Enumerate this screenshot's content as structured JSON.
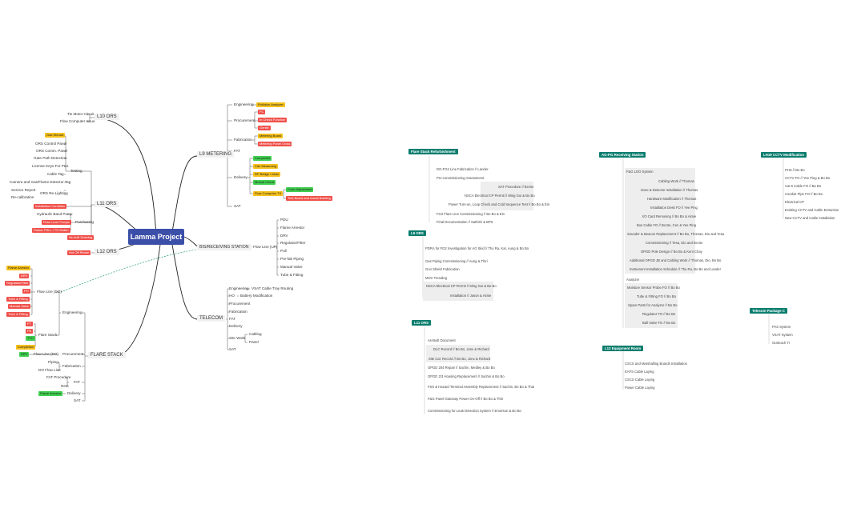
{
  "center": "Lamma Project",
  "l10": {
    "title": "L10 ORS",
    "items": [
      "Tie Motor Circuit",
      "Flow Computer Issue"
    ]
  },
  "l9": {
    "title": "L9 METERING",
    "engineering": "Engineering",
    "engineering_tag": "Pollution Analyzer",
    "procurement": "Procurement",
    "proc_tags": [
      "FC",
      "In Check Function",
      "Gentle"
    ],
    "fabrication": "Fabrication",
    "fab_tags": [
      "Metering Board",
      "Metering Panel Cross"
    ],
    "fat": "FAT",
    "delivery": "Delivery",
    "delivery_tags": [
      "Completed",
      "Can Measuring",
      "RF Bridge / Mute",
      "Mutual Check",
      "Flow Computer TX"
    ],
    "delivery_subtags": [
      "Code Adjustment",
      "Test Board and Install Building"
    ],
    "sat": "SAT"
  },
  "l11": {
    "title": "L11 ORS",
    "top_tag": "Gas Shroud",
    "testing": "Testing",
    "items": [
      "ORS Control Panel",
      "ORS Comm. Panel",
      "Gate Path Detection",
      "License Keys For PCs",
      "Cable Tag",
      "Camera and Gas/Flame Detector Tag",
      "Service Report",
      "Re-calibration"
    ],
    "sub_tag": "ORS Re-Lighting",
    "red_tag": "Installation Condition",
    "purchasing": "Purchasing",
    "purch_items": [
      "Hydraulic Band Pump"
    ],
    "purch_tags": [
      "Flow Level Pumps",
      "Parker PSLL / TG Daikin"
    ],
    "last_tag": "As-built Drawing"
  },
  "l12": {
    "title": "L12 ORS",
    "tag": "Hot Off Reuse"
  },
  "recv": {
    "title": "BIS/RECEIVING STATION",
    "sub": "Flow Line (UP)",
    "items": [
      "PDU",
      "Flame Arrestor",
      "DRV",
      "Regulator/Filter",
      "Pull",
      "Pre-fab Piping",
      "Manual Valve",
      "Tube & Fitting"
    ]
  },
  "flare": {
    "title": "FLARE STACK",
    "engineering": "Engineering",
    "flow_line": "Flow Line (DO)",
    "flow_tags": [
      "Flame Arrestor",
      "DRV",
      "Regulator/Filter",
      "PIT",
      "Tube & Fitting",
      "Manual Valve",
      "Tube & Fitting"
    ],
    "flare_stack_lbl": "Flare Stack",
    "fs_tags": [
      "FT",
      "PE",
      "TTC"
    ],
    "fs_last": "Completion",
    "procurement": "Procurement",
    "proc_sub": "Flow Line (DO)",
    "proc_tag": "DRV",
    "fabrication": "Fabrication",
    "fab_items": [
      "Piping",
      "DO Flow Line"
    ],
    "fat": "FAT",
    "fat_items": [
      "FAT Procedure",
      "NCC"
    ],
    "delivery": "Delivery",
    "delivery_tag": "Flame Arrestor",
    "sat": "SAT"
  },
  "telecom": {
    "title": "TELECOM",
    "items": [
      "Engineering",
      "HO",
      "Procurement",
      "Fabrication",
      "FAT",
      "Delivery",
      "Site Work",
      "SAT"
    ],
    "eng_sub": "VSAT Cable Tray Routing",
    "ho_sub": "Battery Modification",
    "site_sub": [
      "Cabling",
      "Panel"
    ]
  },
  "panels": {
    "flare_refurb": {
      "title": "Flare Stack Refurbishment",
      "rows": [
        "DO-FG2 Line Fabrication // Lander",
        "Pre-commissioning Assessment",
        "SAT Procedure // Bo Bo",
        "NSCA Electrical CP Permit // Ming Gui & Bo Bo",
        "Power Turn-on, Loop Check and Cold Sequence Test // Bo Bo & Ein",
        "FG2 Flare Line Commissioning // Bo Bo & Ein",
        "Final Documentation // Sathish & BPS"
      ]
    },
    "l9ors": {
      "title": "L9 ORS",
      "rows": [
        "PDRA for FG2 Investigation for AG Skid // Thu Ra, Kar, Aung & Bo Bo",
        "Gas Piping Commissioning // Aung & Thiri",
        "Gun Shield Fabrication",
        "MOV Trending",
        "NSCA Electrical CP Permit // Ming Gui & Bo Bo",
        "Installation // Jason & Aimie"
      ]
    },
    "l11ors": {
      "title": "L11 ORS",
      "rows": [
        "As-Built Document",
        "DLC Record // Bo Bo, Jonx & Richard",
        "Site Cal. Record // Bo Bo, Jonx & Richard",
        "OPGD 204 Repair // Sachin, Medley & Bo Bo",
        "OPGD 2/3 Housing Replacement // Sachin & Bo Bo",
        "FSS & Hazard Terminal Assembly Replacement // Sachin, Bo Bo & Thai",
        "F&G Panel Gateway Power On-Off // Bo Bo & Thiri",
        "Commissioning for Leak Detection System // Emerson & Bo Bo"
      ]
    },
    "ag": {
      "title": "AG-PG Receiving Station",
      "rows": [
        "F&G LDO System",
        "Cabling Work // Thomas",
        "Zone & Detector Installation // Thomas",
        "Hardware Modification // Thomas",
        "Installation Desk FO // Yee Ping",
        "I/O Card Removing // Bo Bo & Aimie",
        "Bus Cable FO // Bo Bo, Cen & Yee Ping",
        "Sounder & Beacon Replacement // Bo Bo, Thomas, Dio and Tesa",
        "Commissioning // Tesa, Dio and Bo Bo",
        "OPGD Pole Design // Bo Bo & Kent Chay",
        "Additional OPGD JB and Cabling Work // Thomas, Dio, Bo Bo",
        "Instrument Installation Schedule // Thu Ra, Bo Bo and Lander",
        "Analyzer",
        "Moisture Sensor Probe FO // Bo Bo",
        "Tube & Fitting FO // Bo Bo",
        "Spare Parts for Analyzer // Bo Bo",
        "Regulator FO // Bo Bo",
        "Ball Valve FO // Bo Bo"
      ]
    },
    "l12eq": {
      "title": "L12 Equipment Room",
      "rows": [
        "CSCS and Marshalling Boards Installation",
        "EAFS Cable Laying",
        "CSCS Cable Laying",
        "Power Cable Laying"
      ]
    },
    "lh": {
      "title": "LH19 CCTV Modification",
      "rows": [
        "PHS // Bo Bo",
        "CCTV FO // Yee Ping & Bo Bo",
        "Cat 6 Cable FO // Bo Bo",
        "Conduit Pipe FO // Bo Bo",
        "Electrical CP",
        "Existing CCTV and Cable Extraction",
        "New CCTV and Cable Installation"
      ]
    },
    "telecom_c": {
      "title": "Telecom Package C",
      "rows": [
        "PAS System",
        "VSAT System",
        "Outreach TI"
      ]
    }
  }
}
